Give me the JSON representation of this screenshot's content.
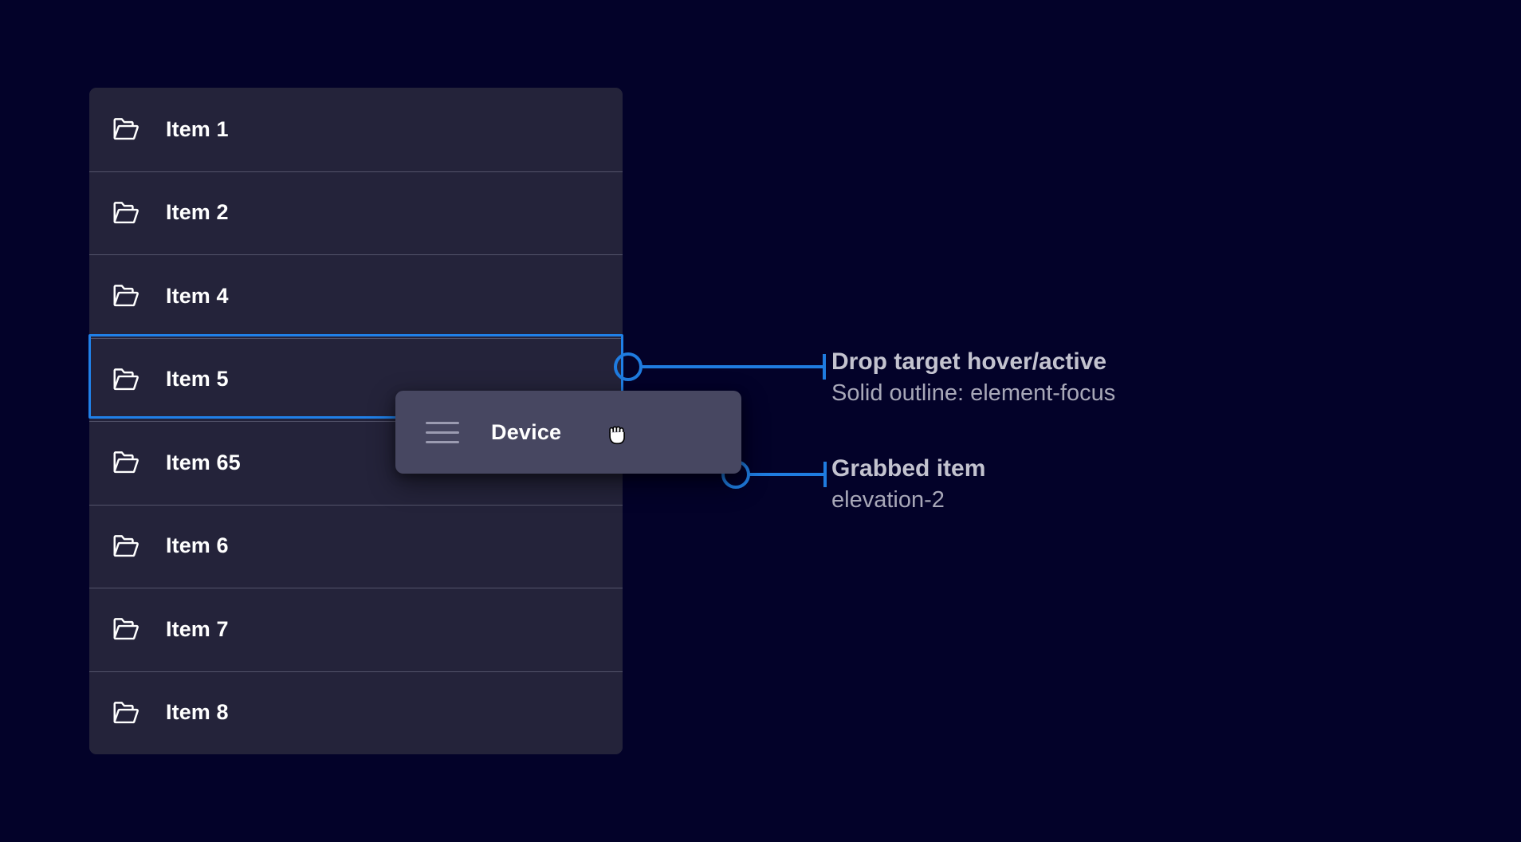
{
  "theme": {
    "page_background": "#030229",
    "panel_background": "#24233a",
    "row_divider": "#53536a",
    "focus_outline": "#2080e8",
    "chip_background": "#474761",
    "chip_handle": "#9b9bb1",
    "text_primary": "#ffffff",
    "annotation_title": "#c3c3cf",
    "annotation_sub": "#a8a8b8",
    "callout_stroke": "#1f7ce0"
  },
  "list": {
    "name": "file-list",
    "icon": "open-folder-icon",
    "rows": [
      {
        "label": "Item 1",
        "state": "default"
      },
      {
        "label": "Item 2",
        "state": "default"
      },
      {
        "label": "Item 4",
        "state": "default"
      },
      {
        "label": "Item 5",
        "state": "drop-target-hover-active"
      },
      {
        "label": "Item 65",
        "state": "default"
      },
      {
        "label": "Item 6",
        "state": "default"
      },
      {
        "label": "Item 7",
        "state": "default"
      },
      {
        "label": "Item 8",
        "state": "default"
      }
    ]
  },
  "grabbed_chip": {
    "label": "Device",
    "handle_icon": "drag-handle-icon",
    "cursor_icon": "grabbing-hand-cursor"
  },
  "annotations": [
    {
      "id": "drop-target",
      "title": "Drop target hover/active",
      "subtitle": "Solid outline: element-focus",
      "marker": "circle-leader-line"
    },
    {
      "id": "grabbed-item",
      "title": "Grabbed item",
      "subtitle": "elevation-2",
      "marker": "circle-leader-line"
    }
  ]
}
